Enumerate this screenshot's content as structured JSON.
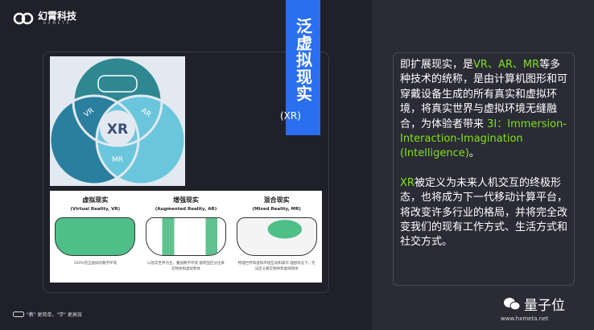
{
  "logo": {
    "name": "幻霄科技",
    "sub": "HXMETA"
  },
  "banner": {
    "title": "泛虚拟现实",
    "tag": "(XR)"
  },
  "venn": {
    "center": "XR",
    "labels": [
      "VR",
      "AR",
      "MR"
    ],
    "colors": {
      "top": "#2f8891",
      "left": "#2a7f9e",
      "right": "#6ac6dc"
    }
  },
  "types": [
    {
      "title": "虚拟现实",
      "en": "(Virtual Reality, VR)",
      "desc": "100%完全虚拟的数字环境"
    },
    {
      "title": "增强现实",
      "en": "(Augmented Reality, AR)",
      "desc": "以现实世界为主，叠加数字环境 能明显区分出真实物体和虚拟物体"
    },
    {
      "title": "混合现实",
      "en": "(Mixed Reality, MR)",
      "desc": "物理世界和虚拟环境互动和操作 理想状态下，无法区分真实物体和虚拟物体"
    }
  ],
  "text": {
    "p1a": "即扩展现实，是",
    "p1b": "VR、AR、MR",
    "p1c": "等多种技术的统称，是由计算机图形和可穿戴设备生成的所有真实和虚拟环境，将真实世界与虚拟环境无缝融合，为体验者带来 ",
    "p1d": "3I：Immersion-Interaction-Imagination (Intelligence)",
    "p1e": "。",
    "p2a": "XR",
    "p2b": "被定义为未来人机交互的终极形态，也将成为下一代移动计算平台，将改变许多行业的格局，并将完全改变我们的现有工作方式、生活方式和社交方式。"
  },
  "footer": {
    "slogan": "\"教\" 更简单，\"学\" 更高效",
    "brand": "量子位",
    "url": "www.hxmeta.net"
  },
  "accent": "#7ee21c"
}
